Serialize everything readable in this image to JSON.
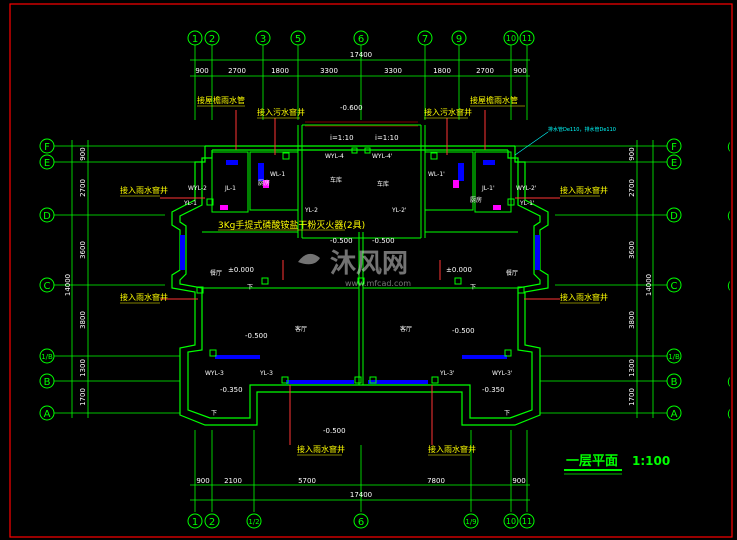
{
  "drawing": {
    "title": "一层平面",
    "scale": "1:100",
    "watermark": "沐风网",
    "watermark_url": "www.mfcad.com",
    "frame_color": "#ff0000",
    "line_colors": {
      "wall": "#00ff00",
      "dim": "#00ff00",
      "axis": "#00ff00",
      "pipe": "#ff3333",
      "text": "#ffff00",
      "blue": "#0000ff",
      "white": "#ffffff",
      "cyan": "#00ffff"
    }
  },
  "axes": {
    "top": [
      "1",
      "2",
      "3",
      "5",
      "6",
      "7",
      "9",
      "10",
      "11"
    ],
    "bottom": [
      "1",
      "2",
      "1/2",
      "6",
      "1/9",
      "10",
      "11"
    ],
    "left": [
      "F",
      "E",
      "D",
      "C",
      "1/B",
      "B",
      "A"
    ],
    "right": [
      "F",
      "E",
      "D",
      "C",
      "1/B",
      "B",
      "A"
    ]
  },
  "dims": {
    "top_total": "17400",
    "top_segments": [
      "900",
      "2700",
      "1800",
      "3300",
      "3300",
      "1800",
      "2700",
      "900"
    ],
    "bottom_total": "17400",
    "bottom_segments": [
      "900",
      "2100",
      "5700",
      "7800",
      "900"
    ],
    "left_total": "14000",
    "left_segments": [
      "900",
      "2700",
      "3600",
      "3800",
      "1300",
      "1700"
    ],
    "right_total": "14000",
    "right_segments": [
      "900",
      "2700",
      "3600",
      "3800",
      "1300",
      "1700"
    ]
  },
  "labels": {
    "roof_drain_left": "接屋檐雨水管",
    "roof_drain_right": "接屋檐雨水管",
    "sewer_well_left_top": "接入污水窨井",
    "sewer_well_right_top": "接入污水窨井",
    "rain_well_left_1": "接入雨水窨井",
    "rain_well_left_2": "接入雨水窨井",
    "rain_well_right_1": "接入雨水窨井",
    "rain_well_right_2": "接入雨水窨井",
    "rain_well_bottom_left": "接入雨水窨井",
    "rain_well_bottom_right": "接入雨水窨井",
    "extinguisher": "3Kg手提式磷酸铵盐干粉灭火器(2具)",
    "level_top": "-0.600",
    "slope_left": "i=1:10",
    "slope_right": "i=1:10",
    "level_mid_left": "-0.500",
    "level_mid_right": "-0.500",
    "level_hall_left": "±0.000",
    "level_hall_right": "±0.000",
    "level_left": "-0.500",
    "level_right": "-0.500",
    "level_bl": "-0.350",
    "level_br": "-0.350",
    "level_bottom": "-0.500",
    "room_kitchen_l": "厨房",
    "room_kitchen_r": "厨房",
    "room_garage_l": "车库",
    "room_garage_r": "车库",
    "room_hall_l": "客厅",
    "room_hall_r": "客厅",
    "room_foyer_l": "餐厅",
    "room_foyer_r": "餐厅",
    "note_cyan": "排水管De110，排水管De110",
    "pipe_wyl2_l": "WYL-2",
    "pipe_wyl2_r": "WYL-2'",
    "pipe_yl1_l": "YL-1",
    "pipe_yl1_r": "YL-1'",
    "pipe_jl1_l": "JL-1",
    "pipe_jl1_r": "JL-1'",
    "pipe_wyl4_l": "WYL-4",
    "pipe_wyl4_r": "WYL-4'",
    "pipe_wl1_l": "WL-1",
    "pipe_wl1_r": "WL-1'",
    "pipe_yl2_l": "YL-2",
    "pipe_yl2_r": "YL-2'",
    "pipe_yl3_l": "YL-3",
    "pipe_yl3_r": "YL-3'",
    "pipe_wyl3_l": "WYL-3",
    "pipe_wyl3_r": "WYL-3'",
    "down_l": "下",
    "down_r": "下",
    "down_bl": "下",
    "down_br": "下"
  }
}
